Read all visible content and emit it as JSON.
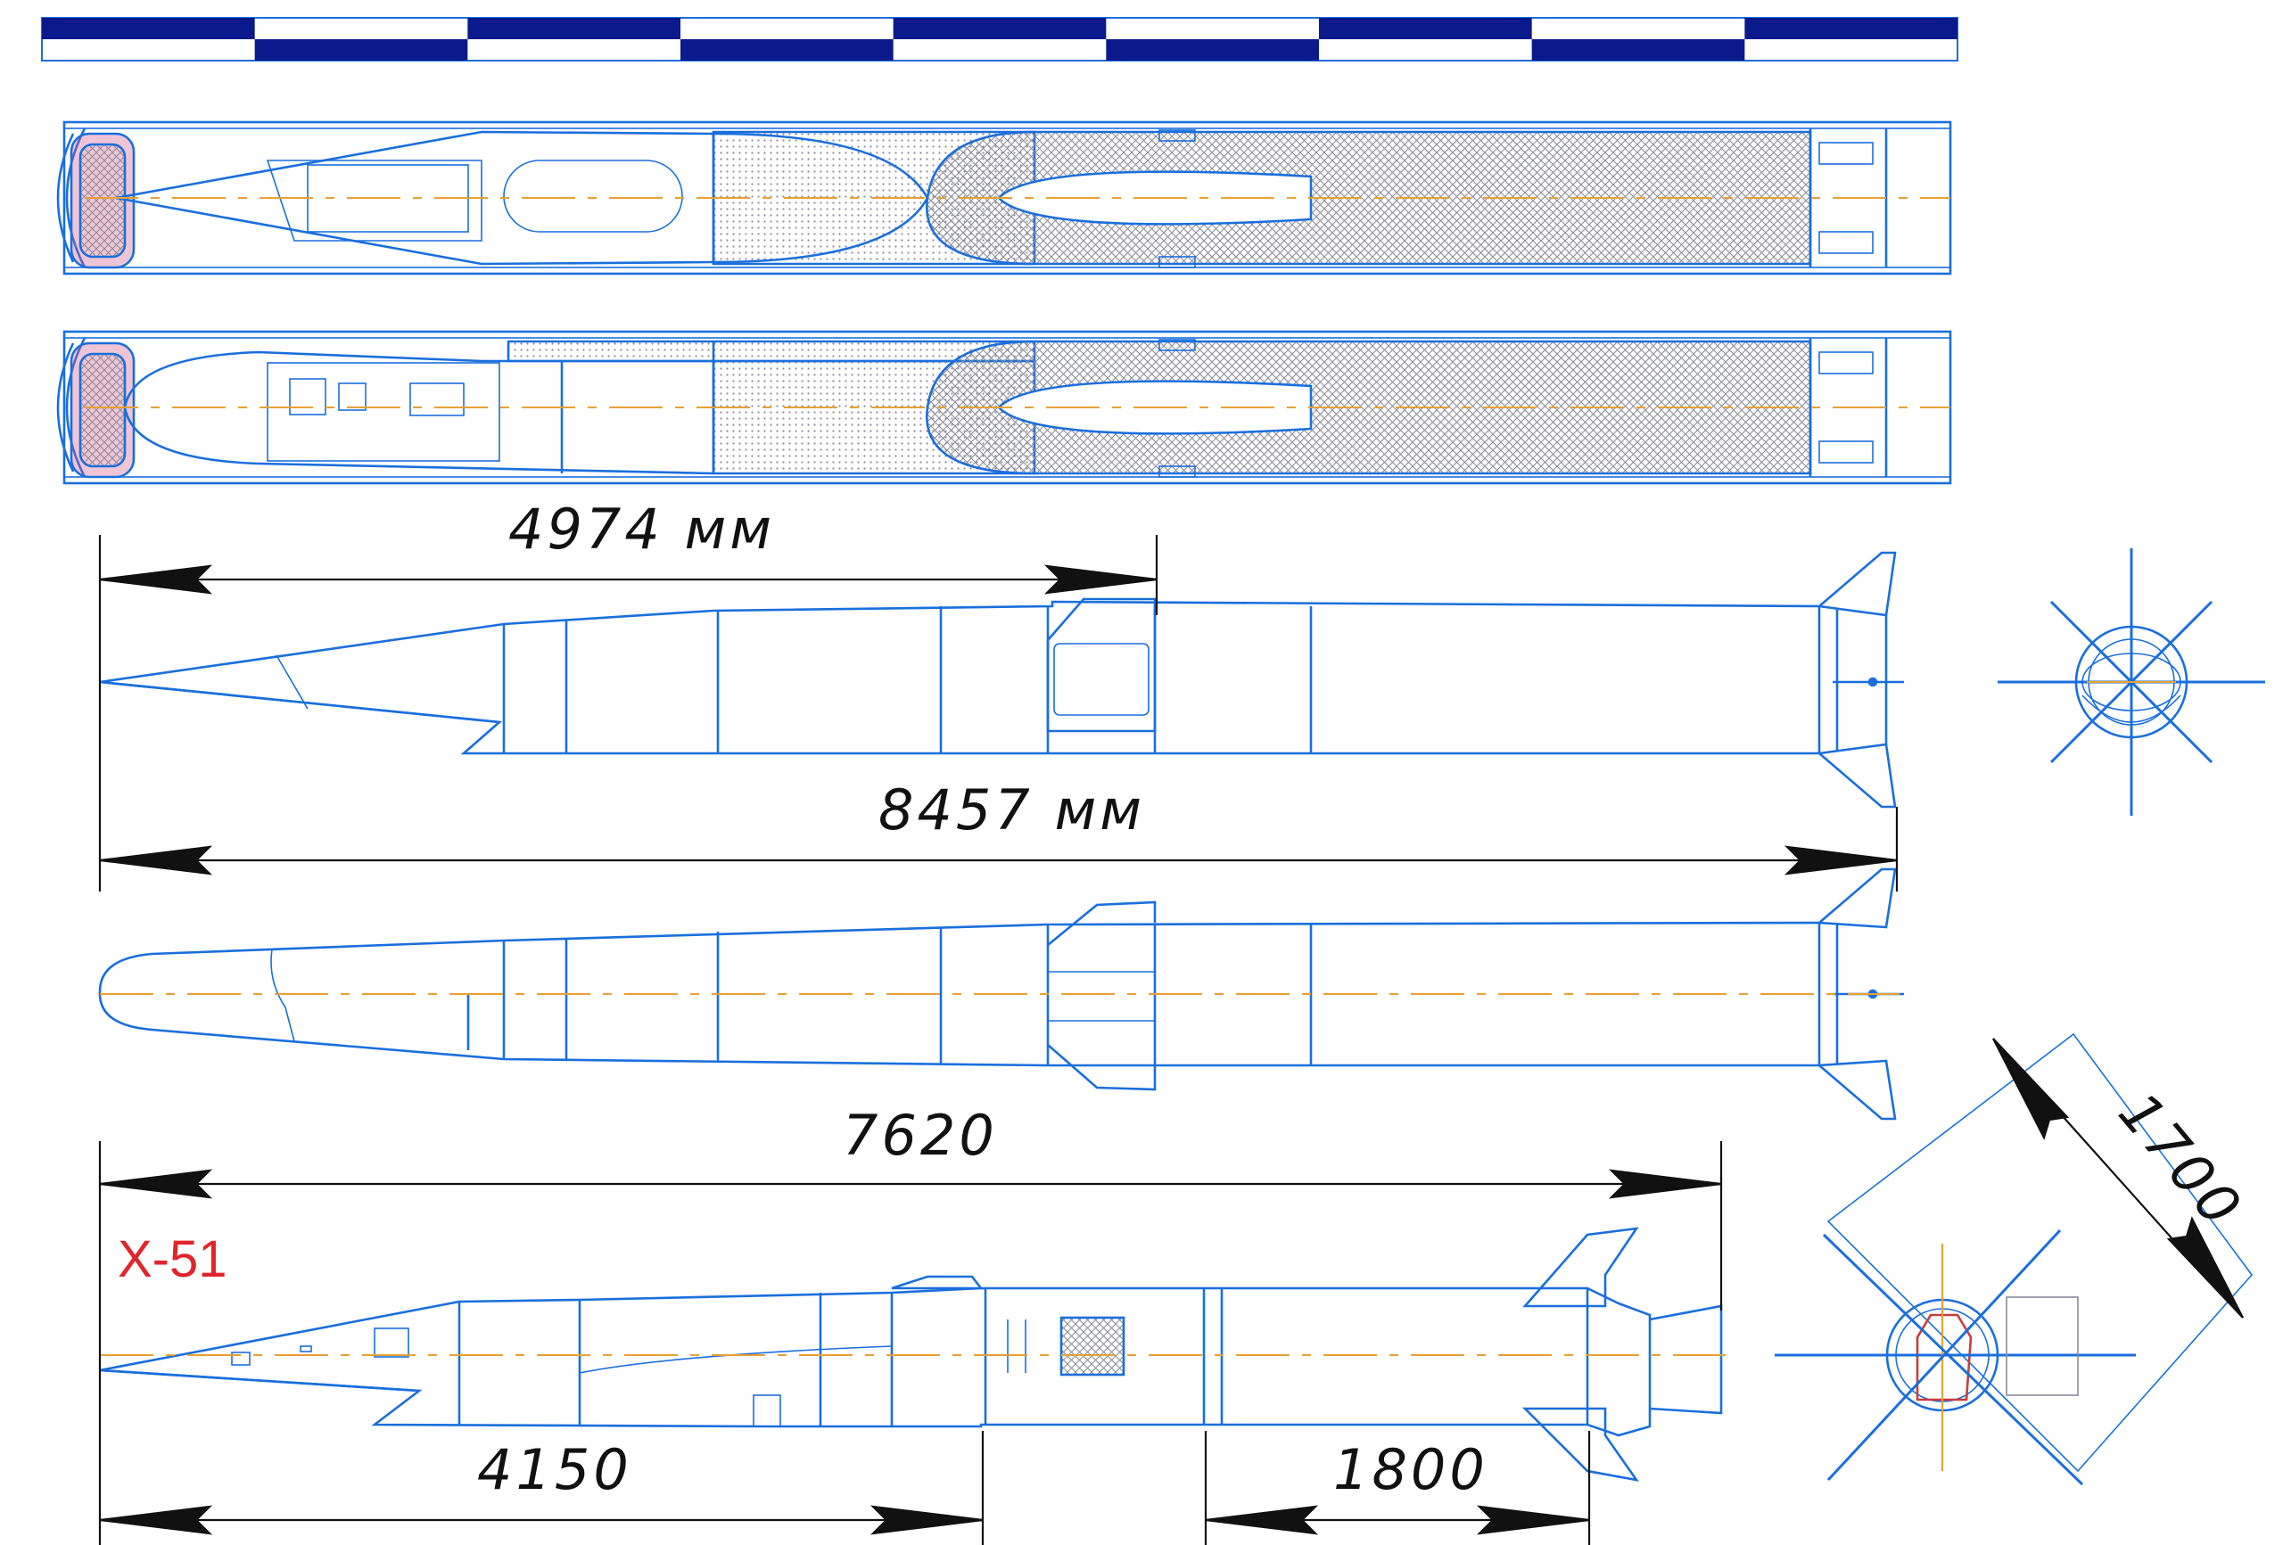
{
  "title": "X-51",
  "dimensions": {
    "d1": "4974 мм",
    "d2": "8457 мм",
    "d3": "7620",
    "d4": "4150",
    "d5": "1800",
    "d6": "1700"
  },
  "colors": {
    "line": "#1a6fdc",
    "dark_blue": "#0a1a8c",
    "centerline": "#e8a033",
    "arrow": "#111111",
    "title": "#e0252b",
    "hatch": "#8c8c99",
    "nozzle": "#c83c3c"
  },
  "scale_bar_segments": 9
}
